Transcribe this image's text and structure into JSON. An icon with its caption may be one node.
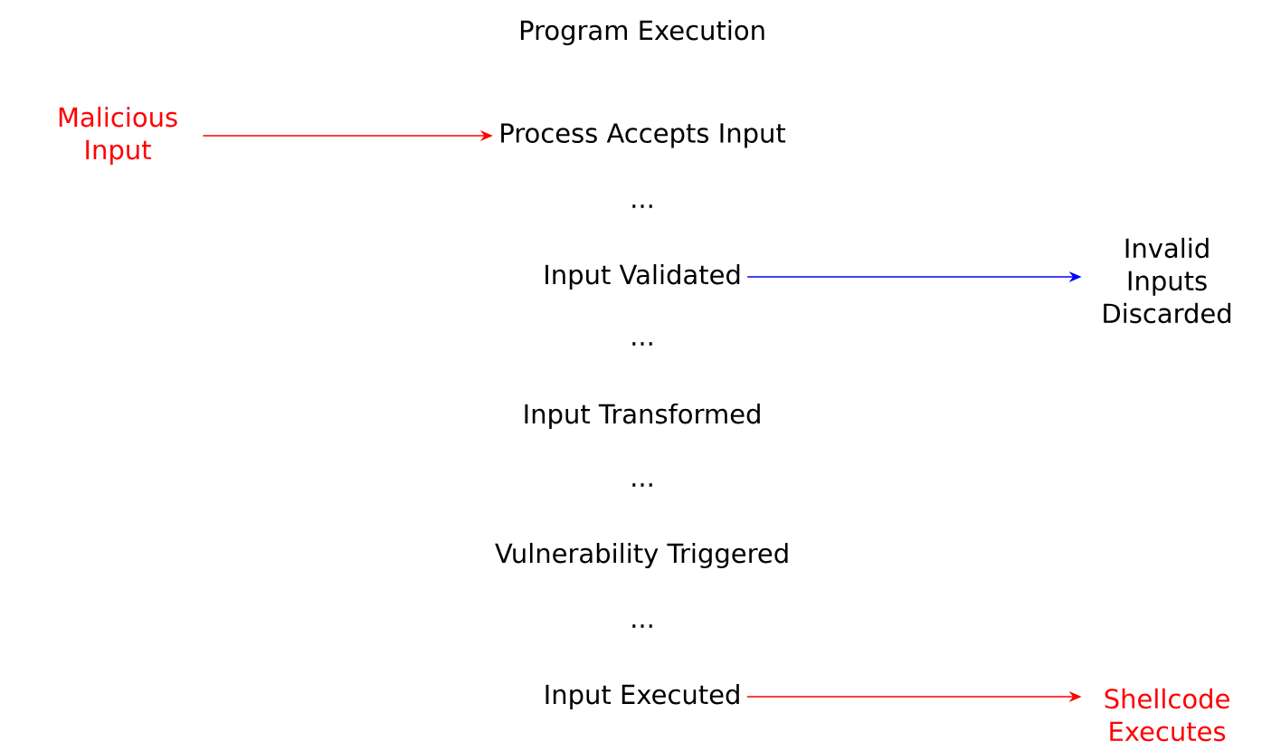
{
  "diagram": {
    "title": "Program Execution",
    "nodes": [
      {
        "text": [
          "Malicious Input"
        ]
      },
      {
        "text": [
          "Process Accepts Input"
        ]
      },
      {
        "text": [
          "Input Validated"
        ]
      },
      {
        "text": [
          "Invalid Inputs Discarded"
        ]
      },
      {
        "text": [
          "Input Transformed"
        ]
      },
      {
        "text": [
          "Vulnerability Triggered"
        ]
      },
      {
        "text": [
          "Input Executed"
        ]
      },
      {
        "text": [
          "Shellcode Executes"
        ]
      }
    ],
    "edges": [
      {
        "from": 0,
        "to": 1,
        "arrow": "to",
        "color": "#ff0000"
      },
      {
        "from": 2,
        "to": 3,
        "arrow": "to",
        "color": "#0000ff"
      },
      {
        "from": 6,
        "to": 7,
        "arrow": "to",
        "color": "#ff0000"
      }
    ],
    "labels": [
      "...",
      "...",
      "...",
      "..."
    ]
  }
}
